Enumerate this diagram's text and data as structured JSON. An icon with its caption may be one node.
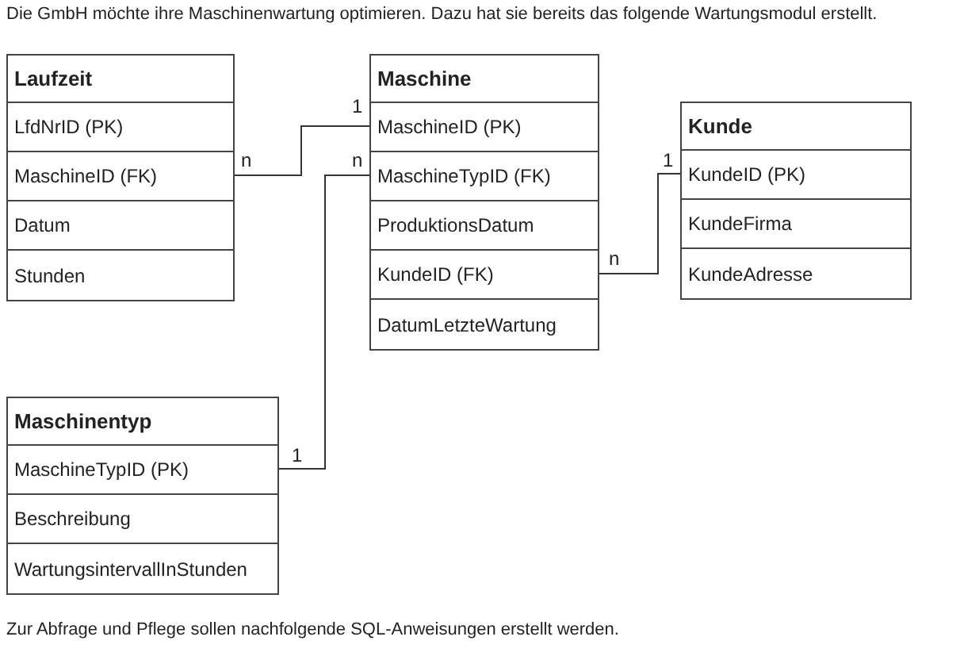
{
  "diagram": {
    "title": "Die GmbH möchte ihre Maschinenwartung optimieren. Dazu hat sie bereits das folgende Wartungsmodul erstellt.",
    "caption": "Zur Abfrage und Pflege sollen nachfolgende SQL-Anweisungen erstellt werden.",
    "nodes": [
      {
        "text": [
          "Laufzeit"
        ]
      },
      {
        "text": [
          "LfdNrID (PK)"
        ],
        "in": 0
      },
      {
        "text": [
          "MaschineID (FK)"
        ],
        "in": 0
      },
      {
        "text": [
          "Datum"
        ],
        "in": 0
      },
      {
        "text": [
          "Stunden"
        ],
        "in": 0
      },
      {
        "text": [
          "Maschine"
        ]
      },
      {
        "text": [
          "MaschineID (PK)"
        ],
        "in": 5
      },
      {
        "text": [
          "MaschineTypID (FK)"
        ],
        "in": 5
      },
      {
        "text": [
          "ProduktionsDatum"
        ],
        "in": 5
      },
      {
        "text": [
          "KundeID (FK)"
        ],
        "in": 5
      },
      {
        "text": [
          "DatumLetzteWartung"
        ],
        "in": 5
      },
      {
        "text": [
          "Kunde"
        ]
      },
      {
        "text": [
          "KundeID (PK)"
        ],
        "in": 11
      },
      {
        "text": [
          "KundeFirma"
        ],
        "in": 11
      },
      {
        "text": [
          "KundeAdresse"
        ],
        "in": 11
      },
      {
        "text": [
          "Maschinentyp"
        ]
      },
      {
        "text": [
          "MaschineTypID (PK)"
        ],
        "in": 15
      },
      {
        "text": [
          "Beschreibung"
        ],
        "in": 15
      },
      {
        "text": [
          "WartungsintervallInStunden"
        ],
        "in": 15
      }
    ],
    "edges": [
      {
        "from": 2,
        "to": 6,
        "arrow": "none"
      },
      {
        "from": 7,
        "to": 16,
        "arrow": "none"
      },
      {
        "from": 9,
        "to": 12,
        "arrow": "none"
      }
    ],
    "labels": [
      "1",
      "n",
      "n",
      "1",
      "n",
      "1"
    ]
  }
}
